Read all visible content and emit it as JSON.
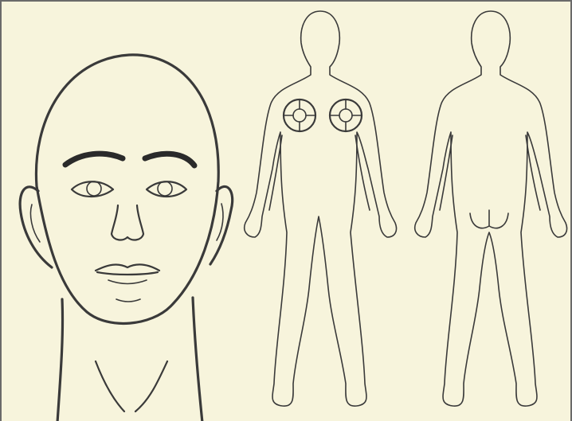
{
  "figure": {
    "panels": [
      "head-front",
      "body-front",
      "body-back"
    ],
    "background": "#f7f4dc",
    "ink": "#3a3a3a",
    "breast_markers": 2,
    "breast_marker_quadrants": 4
  }
}
